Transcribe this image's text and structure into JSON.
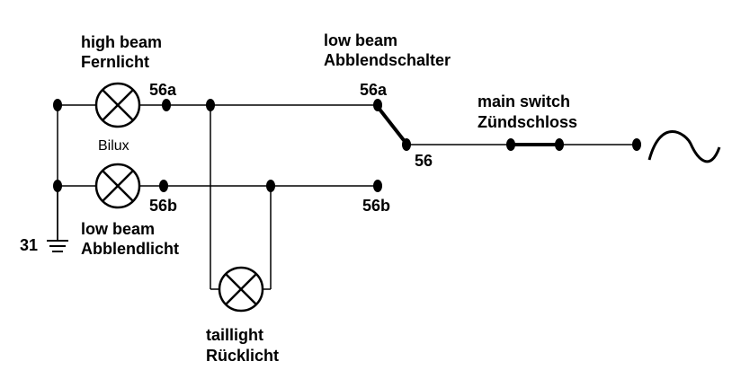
{
  "labels": {
    "high_beam_en": "high beam",
    "high_beam_de": "Fernlicht",
    "bilux": "Bilux",
    "low_beam_en": "low beam",
    "low_beam_de": "Abblendlicht",
    "ground": "31",
    "taillight_en": "taillight",
    "taillight_de": "Rücklicht",
    "switch_low_beam_en": "low beam",
    "switch_low_beam_de": "Abblendschalter",
    "main_switch_en": "main switch",
    "main_switch_de": "Zündschloss",
    "terminal_56a_left": "56a",
    "terminal_56b_left": "56b",
    "terminal_56a_right": "56a",
    "terminal_56b_right": "56b",
    "terminal_56": "56"
  },
  "colors": {
    "line": "#000000",
    "background": "#ffffff"
  },
  "symbols": [
    "lamp-high-beam",
    "lamp-low-beam",
    "lamp-taillight",
    "ground-symbol",
    "ac-source-symbol",
    "dimmer-switch",
    "main-switch"
  ]
}
